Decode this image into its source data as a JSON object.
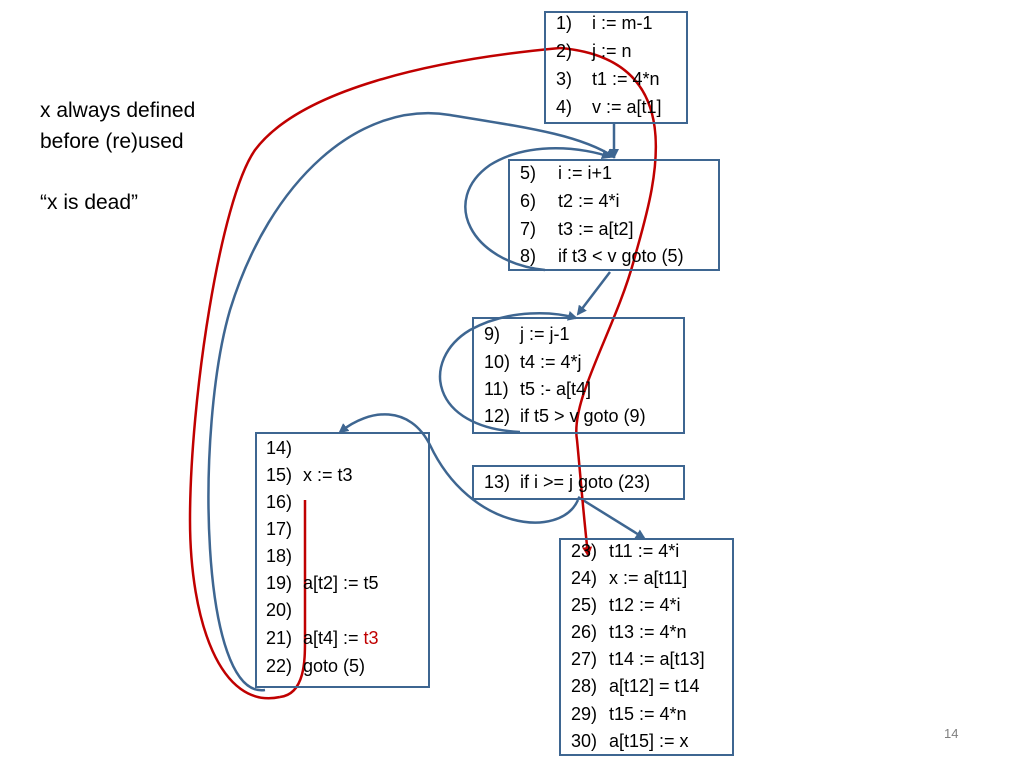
{
  "notes": {
    "defined_line1": "x always defined",
    "defined_line2": "before (re)used",
    "dead": "“x is dead”"
  },
  "blocks": {
    "b1": [
      {
        "num": "1)",
        "code": "i := m-1"
      },
      {
        "num": "2)",
        "code": "j := n"
      },
      {
        "num": "3)",
        "code": "t1 := 4*n"
      },
      {
        "num": "4)",
        "code": "v := a[t1]"
      }
    ],
    "b2": [
      {
        "num": "5)",
        "code": "i := i+1"
      },
      {
        "num": "6)",
        "code": "t2 := 4*i"
      },
      {
        "num": "7)",
        "code": "t3 := a[t2]"
      },
      {
        "num": "8)",
        "code": "if t3 < v goto (5)"
      }
    ],
    "b3": [
      {
        "num": "9)",
        "code": "j := j-1"
      },
      {
        "num": "10)",
        "code": "t4 := 4*j"
      },
      {
        "num": "11)",
        "code": "t5 :- a[t4]"
      },
      {
        "num": "12)",
        "code": "if t5 > v goto (9)"
      }
    ],
    "b4": [
      {
        "num": "13)",
        "code": "if i >= j goto (23)"
      }
    ],
    "b5": [
      {
        "num": "14)",
        "code": ""
      },
      {
        "num": "15)",
        "code": "x := t3"
      },
      {
        "num": "16)",
        "code": ""
      },
      {
        "num": "17)",
        "code": ""
      },
      {
        "num": "18)",
        "code": ""
      },
      {
        "num": "19)",
        "code": "a[t2] := t5"
      },
      {
        "num": "20)",
        "code": ""
      },
      {
        "num": "21)",
        "code": "a[t4] := ",
        "highlight": "t3"
      },
      {
        "num": "22)",
        "code": "goto (5)"
      }
    ],
    "b6": [
      {
        "num": "23)",
        "code": "t11 := 4*i"
      },
      {
        "num": "24)",
        "code": "x := a[t11]"
      },
      {
        "num": "25)",
        "code": "t12 := 4*i"
      },
      {
        "num": "26)",
        "code": "t13 := 4*n"
      },
      {
        "num": "27)",
        "code": "t14 := a[t13]"
      },
      {
        "num": "28)",
        "code": "a[t12] = t14"
      },
      {
        "num": "29)",
        "code": "t15 := 4*n"
      },
      {
        "num": "30)",
        "code": "a[t15] := x"
      }
    ]
  },
  "slide_number": "14",
  "colors": {
    "block_border": "#3e6691",
    "flow_arrow": "#3e6691",
    "liveness_arrow": "#c00000",
    "highlight_text": "#c00000"
  }
}
